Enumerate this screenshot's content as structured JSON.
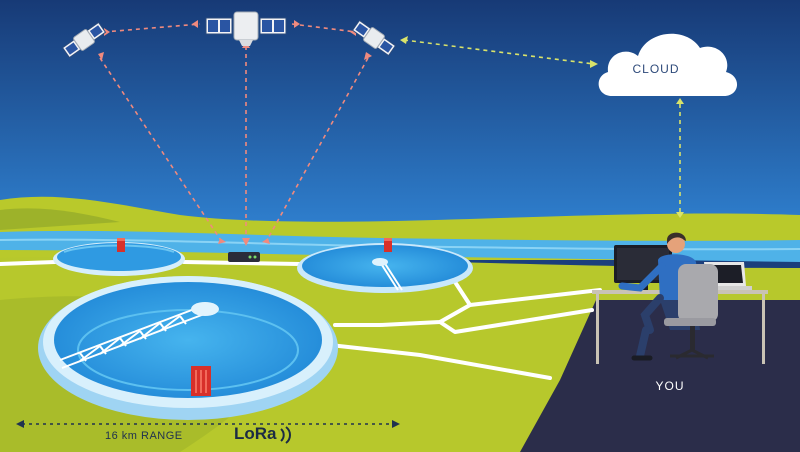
{
  "labels": {
    "cloud": "CLOUD",
    "you": "YOU",
    "range": "16 km RANGE",
    "lora": "LoRa"
  },
  "colors": {
    "sky_top": "#173a76",
    "sky_bottom": "#2f7fcd",
    "grass": "#b9c92b",
    "grass_dark": "#8fa625",
    "river": "#4fb2e8",
    "tank_water": "#2f9ae2",
    "tank_rim": "#bfe6fb",
    "sensor": "#d8302a",
    "link_satellite": "#f08a7e",
    "link_cloud": "#d9e36a",
    "floor": "#2b2d4a"
  },
  "icons": [
    "satellite-icon",
    "cloud-icon",
    "gateway-icon",
    "sensor-icon",
    "person-icon",
    "laptop-icon",
    "lora-logo"
  ]
}
